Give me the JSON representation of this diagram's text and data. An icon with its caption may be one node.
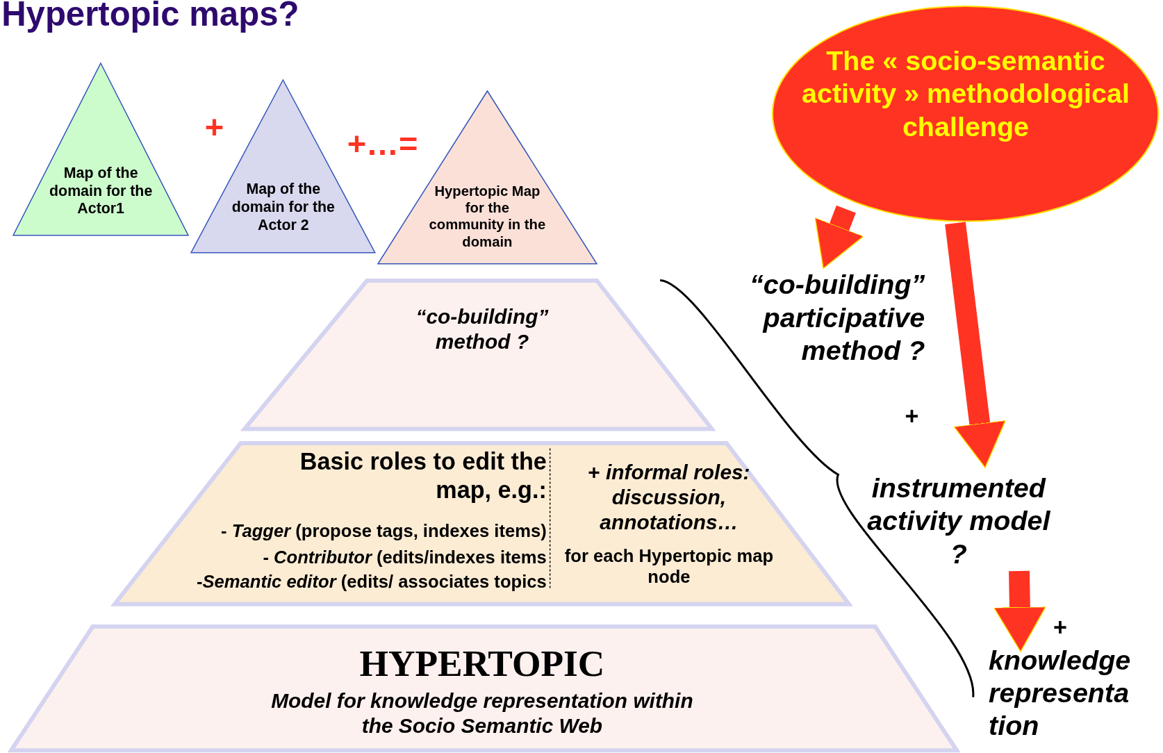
{
  "diagram": {
    "title": "Hypertopic maps?",
    "nodes": [
      {
        "text": [
          "Map of the domain for the Actor1"
        ]
      },
      {
        "text": [
          "Map of the domain for the Actor 2"
        ]
      },
      {
        "text": [
          "Hypertopic Map for the community in the domain"
        ]
      },
      {
        "text": [
          "“co-building” method ?"
        ]
      },
      {
        "text": [
          "Basic roles to edit the map, e.g.:",
          "- *Tagger* (propose tags, indexes items)",
          "- *Contributor* (edits/indexes items",
          "-*Semantic editor* (edits/ associates topics",
          "+ *informal roles: discussion, annotations…*",
          "for each Hypertopic map node"
        ]
      },
      {
        "text": [
          "HYPERTOPIC",
          "Model for knowledge representation within the Socio Semantic Web"
        ]
      },
      {
        "text": [
          "The « socio-semantic activity » methodological challenge"
        ]
      },
      {
        "text": [
          "“co-building” participative method ?"
        ]
      },
      {
        "text": [
          "instrumented activity model ?"
        ]
      },
      {
        "text": [
          "knowledge representa tion"
        ]
      }
    ],
    "edges": [
      {
        "from": 6,
        "to": 7,
        "arrow": "to"
      },
      {
        "from": 6,
        "to": 8,
        "arrow": "to"
      },
      {
        "from": 8,
        "to": 9,
        "arrow": "to"
      }
    ],
    "labels": [
      "+",
      "+…=",
      "+",
      "+"
    ]
  }
}
